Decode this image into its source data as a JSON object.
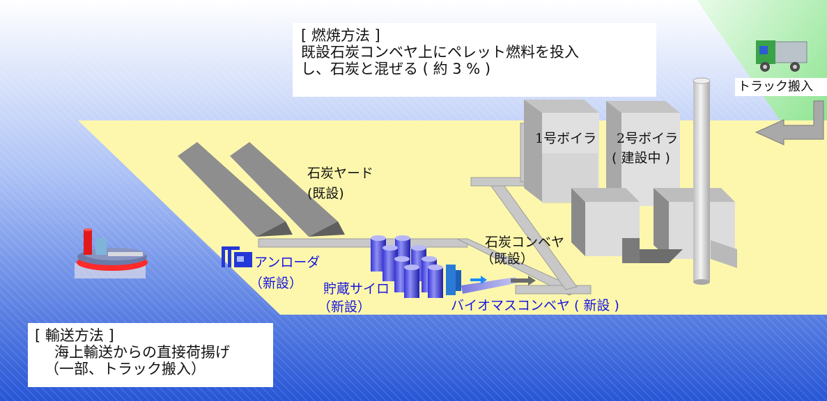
{
  "combustion_box": {
    "title": "[ 燃焼方法 ]",
    "line1": "既設石炭コンベヤ上にペレット燃料を投入",
    "line2": "し、石炭と混ぜる ( 約 3 % )"
  },
  "transport_box": {
    "title": "[ 輸送方法 ]",
    "line1": "海上輸送からの直接荷揚げ",
    "line2": "（一部、トラック搬入）"
  },
  "labels": {
    "truck": "トラック搬入",
    "boiler1": "1号ボイラ",
    "boiler2_name": "2号ボイラ",
    "boiler2_status": "( 建設中 )",
    "coal_yard_name": "石炭ヤード",
    "coal_yard_status": "(既設)",
    "coal_conveyor_name": "石炭コンベヤ",
    "coal_conveyor_status": "（既設）",
    "unloader_name": "アンローダ",
    "unloader_status": "（新設）",
    "silo_name": "貯蔵サイロ",
    "silo_status": "（新設）",
    "biomass_conveyor": "バイオマスコンベヤ ( 新設 )"
  },
  "colors": {
    "sea_blue": "#3060d8",
    "site_yellow": "#fdf7ad",
    "label_blue": "#1515e0",
    "grass_green": "#9be7a8"
  }
}
